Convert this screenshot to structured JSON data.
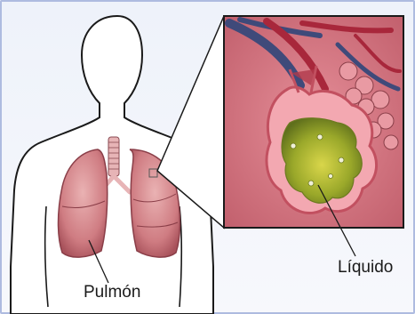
{
  "labels": {
    "lung": "Pulmón",
    "fluid": "Líquido"
  },
  "colors": {
    "background": "#f4f6fb",
    "lung": "#c9737a",
    "lung_light": "#e8a6a8",
    "tissue": "#d97884",
    "alveolus_wall": "#e7848f",
    "fluid": "#9aa82a",
    "vessel_dark": "#3f4a7a",
    "vessel_red": "#a8273b",
    "outline": "#1a1a1a"
  },
  "icons": {
    "body": "human-torso-outline",
    "magnifier": "zoom-callout"
  }
}
